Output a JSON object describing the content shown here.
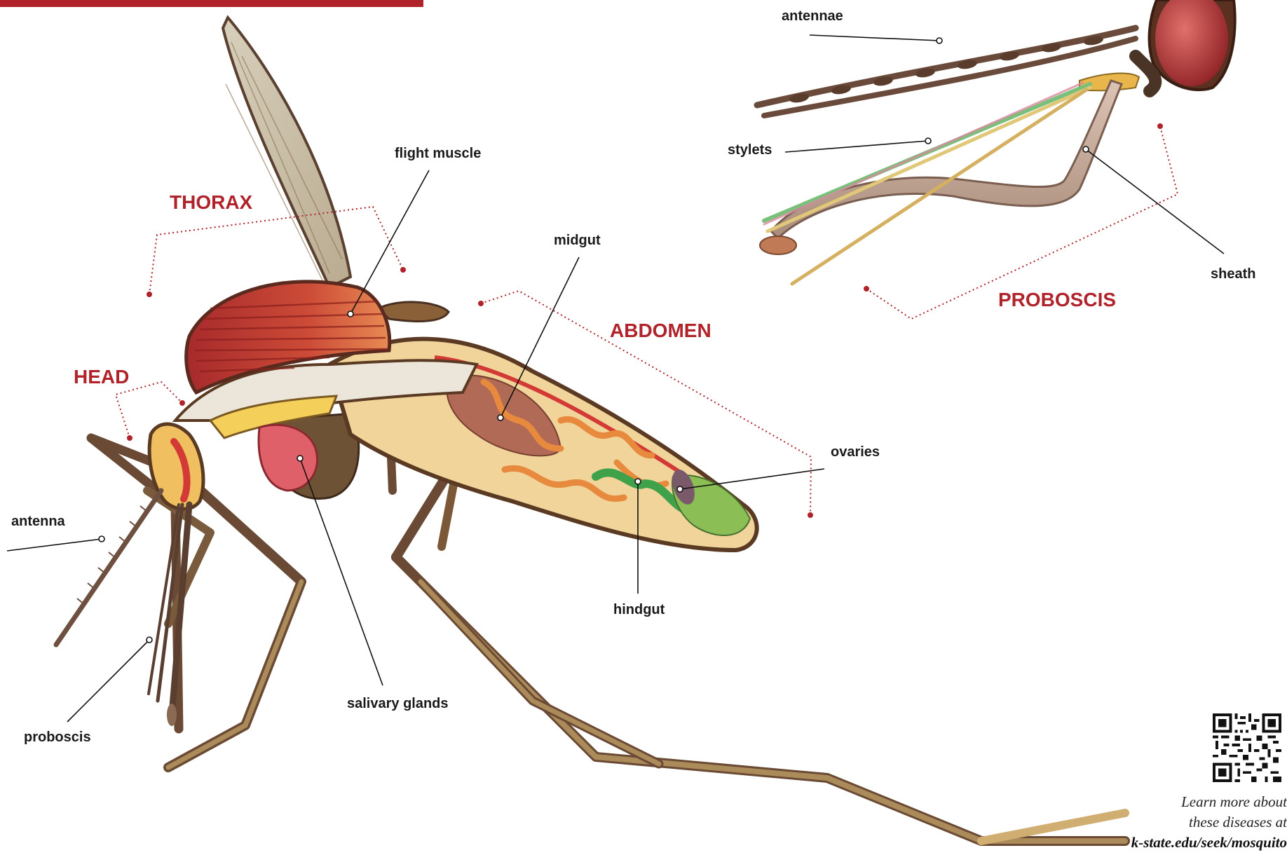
{
  "colors": {
    "accent": "#b0232a",
    "label": "#1a1a1a",
    "leader": "#111111"
  },
  "section_labels": {
    "thorax": "THORAX",
    "head": "HEAD",
    "abdomen": "ABDOMEN",
    "proboscis": "PROBOSCIS"
  },
  "part_labels": {
    "flight_muscle": "flight muscle",
    "midgut": "midgut",
    "ovaries": "ovaries",
    "hindgut": "hindgut",
    "salivary_glands": "salivary glands",
    "antenna": "antenna",
    "proboscis": "proboscis",
    "antennae": "antennae",
    "stylets": "stylets",
    "sheath": "sheath"
  },
  "footer": {
    "line1": "Learn more about",
    "line2": "these diseases at",
    "url": "k-state.edu/seek/mosquito"
  },
  "icons": [
    "qr-code-icon"
  ]
}
